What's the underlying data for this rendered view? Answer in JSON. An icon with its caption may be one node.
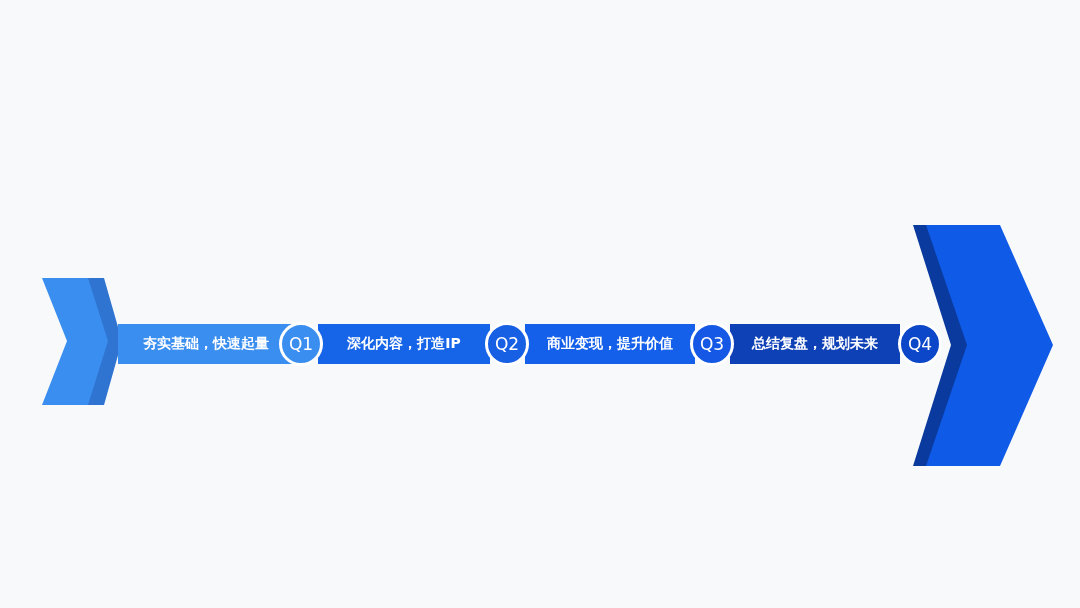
{
  "diagram": {
    "nodes": [
      {
        "text": [],
        "shape": "chevron"
      },
      {
        "text": [
          "夯实基础，快速起量"
        ]
      },
      {
        "text": [
          "Q1"
        ]
      },
      {
        "text": [
          "深化内容，打造IP"
        ]
      },
      {
        "text": [
          "Q2"
        ]
      },
      {
        "text": [
          "商业变现，提升价值"
        ]
      },
      {
        "text": [
          "Q3"
        ]
      },
      {
        "text": [
          "总结复盘，规划未来"
        ]
      },
      {
        "text": [
          "Q4"
        ]
      },
      {
        "text": [],
        "shape": "chevron"
      }
    ]
  }
}
